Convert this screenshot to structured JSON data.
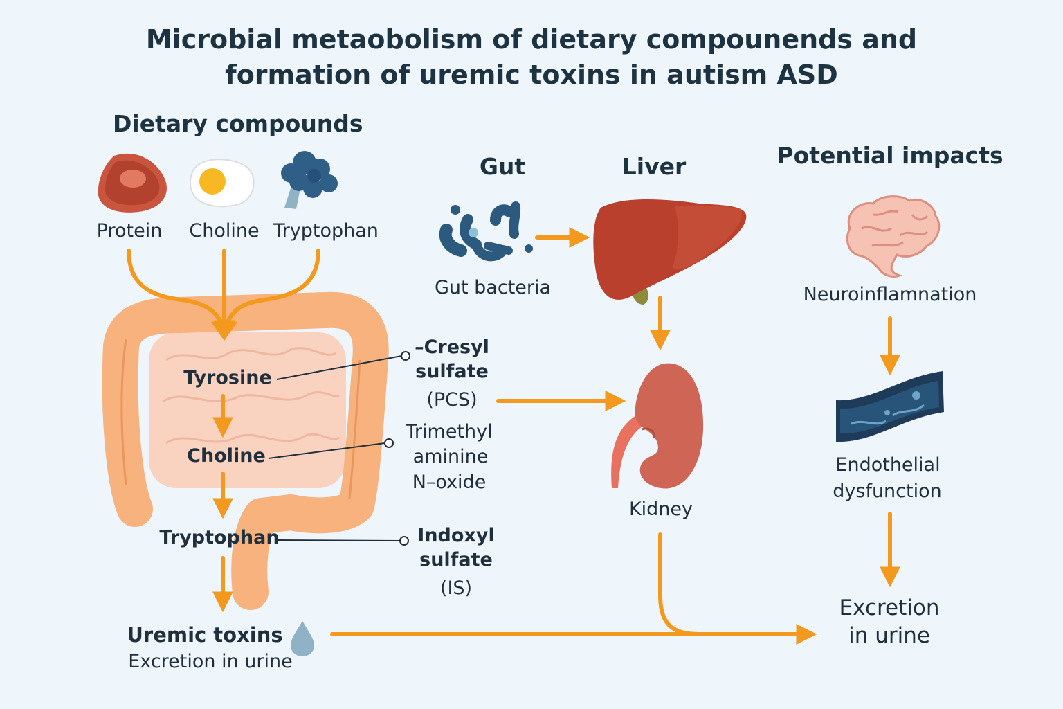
{
  "title": "Microbial metaobolism of dietary compounends and formation of uremic toxins in autism ASD",
  "dietary": {
    "heading": "Dietary compounds",
    "items": [
      {
        "label": "Protein",
        "icon": "steak-icon"
      },
      {
        "label": "Choline",
        "icon": "egg-icon"
      },
      {
        "label": "Tryptophan",
        "icon": "broccoli-icon"
      }
    ]
  },
  "intestine": {
    "steps": [
      "Tyrosine",
      "Choline",
      "Tryptophan"
    ],
    "output_title": "Uremic toxins",
    "output_sub": "Excretion in urine"
  },
  "metabolites": {
    "pcs": [
      "–Cresyl",
      "sulfate",
      "(PCS)"
    ],
    "tmao": [
      "Trimethyl",
      "aminine",
      "N–oxide"
    ],
    "is": [
      "Indoxyl",
      "sulfate",
      "(IS)"
    ]
  },
  "gut": {
    "heading": "Gut",
    "label": "Gut bacteria"
  },
  "liver": {
    "heading": "Liver"
  },
  "kidney": {
    "label": "Kidney"
  },
  "impacts": {
    "heading": "Potential impacts",
    "neuro": "Neuroinflamnation",
    "endo": [
      "Endothelial",
      "dysfunction"
    ],
    "excretion": [
      "Excretion",
      "in urine"
    ]
  },
  "colors": {
    "arrow": "#f39a1e",
    "intestine": "#f7b27e",
    "background": "#eef6fb",
    "liver": "#b8402c",
    "kidney": "#cf6655",
    "bacteria": "#2b5a7e"
  }
}
